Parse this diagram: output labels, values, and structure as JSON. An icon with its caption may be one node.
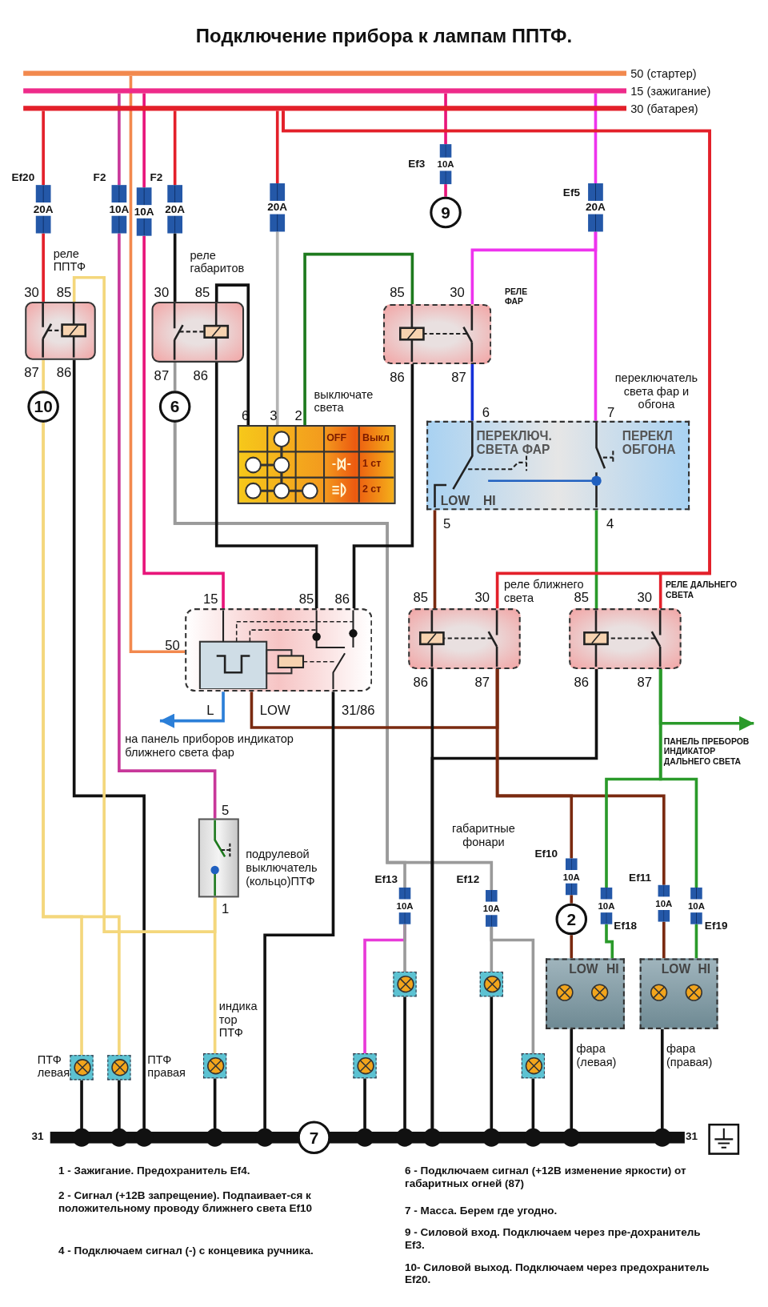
{
  "diagram": {
    "title": "Подключение прибора к лампам ППТФ.",
    "nodes": [
      {
        "text": [
          "50 (стартер)"
        ]
      },
      {
        "text": [
          "15 (зажигание)"
        ]
      },
      {
        "text": [
          "30 (батарея)"
        ]
      },
      {
        "text": [
          "Ef20",
          "20A"
        ]
      },
      {
        "text": [
          "F2",
          "10A"
        ]
      },
      {
        "text": [
          "10A"
        ]
      },
      {
        "text": [
          "F2",
          "20A"
        ]
      },
      {
        "text": [
          "20A"
        ]
      },
      {
        "text": [
          "Ef3",
          "10A"
        ]
      },
      {
        "text": [
          "Ef5",
          "20A"
        ]
      },
      {
        "text": [
          "реле ППТФ"
        ],
        "beside": [
          "30",
          "85",
          "87",
          "86"
        ]
      },
      {
        "text": [
          "реле габаритов"
        ],
        "beside": [
          "30",
          "85",
          "87",
          "86"
        ]
      },
      {
        "text": [
          "выключате света",
          "OFF",
          "Выкл",
          "1 ст",
          "2 ст"
        ],
        "beside": [
          "6",
          "3",
          "2"
        ]
      },
      {
        "text": [
          "РЕЛЕ ФАР"
        ],
        "beside": [
          "85",
          "30",
          "86",
          "87"
        ]
      },
      {
        "text": [
          "9"
        ]
      },
      {
        "text": [
          "переключатель света фар и обгона",
          "6",
          "7",
          "ПЕРЕКЛЮЧ. СВЕТА ФАР",
          "ПЕРЕКЛ ОБГОНА",
          "LOW",
          "HI"
        ],
        "beside": [
          "5",
          "4"
        ]
      },
      {
        "text": [
          "10"
        ]
      },
      {
        "text": [
          "6"
        ]
      },
      {
        "text": [],
        "shape": "box",
        "beside": [
          "15",
          "85",
          "86",
          "50",
          "L",
          "LOW",
          "31/86"
        ]
      },
      {
        "text": [
          "реле ближнего света"
        ],
        "beside": [
          "85",
          "30",
          "86",
          "87"
        ]
      },
      {
        "text": [
          "РЕЛЕ ДАЛЬНЕГО СВЕТА"
        ],
        "beside": [
          "85",
          "30",
          "86",
          "87"
        ]
      },
      {
        "text": [
          "на панель приборов индикатор ближнего света фар"
        ]
      },
      {
        "text": [
          "ПАНЕЛЬ ПРЕБОРОВ ИНДИКАТОР ДАЛЬНЕГО СВЕТА"
        ]
      },
      {
        "text": [
          "подрулевой выключатель (кольцо)ПТФ"
        ],
        "beside": [
          "5",
          "1"
        ]
      },
      {
        "text": [
          "ПТФ левая"
        ]
      },
      {
        "text": [
          "ПТФ правая"
        ]
      },
      {
        "text": [
          "индика тор ПТФ"
        ]
      },
      {
        "text": [
          "Ef13",
          "10A"
        ]
      },
      {
        "text": [
          "Ef12",
          "10A"
        ]
      },
      {
        "text": [],
        "shape": "lamp"
      },
      {
        "text": [],
        "shape": "lamp"
      },
      {
        "text": [],
        "shape": "lamp"
      },
      {
        "text": [],
        "shape": "lamp"
      },
      {
        "text": [
          "Ef10",
          "10A"
        ]
      },
      {
        "text": [
          "2"
        ]
      },
      {
        "text": [
          "10A",
          "Ef18"
        ]
      },
      {
        "text": [
          "Ef11",
          "10A"
        ]
      },
      {
        "text": [
          "10A",
          "Ef19"
        ]
      },
      {
        "text": [
          "LOW",
          "HI",
          "фара (левая)"
        ]
      },
      {
        "text": [
          "LOW",
          "HI",
          "фара (правая)"
        ]
      },
      {
        "text": [
          "31",
          "31"
        ]
      },
      {
        "text": [
          "7"
        ]
      }
    ],
    "edges": [
      {
        "from": 2,
        "to": 3,
        "arrow": "none",
        "color": "#e3202a"
      },
      {
        "from": 1,
        "to": 4,
        "arrow": "none",
        "color": "#c8389a"
      },
      {
        "from": 1,
        "to": 5,
        "arrow": "none",
        "color": "#e8157a"
      },
      {
        "from": 2,
        "to": 6,
        "arrow": "none",
        "color": "#e3202a"
      },
      {
        "from": 2,
        "to": 7,
        "arrow": "none",
        "color": "#e3202a"
      },
      {
        "from": 1,
        "to": 8,
        "arrow": "none",
        "color": "#e8157a"
      },
      {
        "from": 1,
        "to": 9,
        "arrow": "none",
        "color": "#ee33ee"
      },
      {
        "from": 3,
        "to": 10,
        "arrow": "none",
        "color": "#e3202a"
      },
      {
        "from": 6,
        "to": 11,
        "arrow": "none"
      },
      {
        "from": 7,
        "to": 12,
        "arrow": "none",
        "color": "#b4b4b4"
      },
      {
        "from": 11,
        "to": 12,
        "arrow": "none"
      },
      {
        "from": 12,
        "to": 13,
        "arrow": "none",
        "color": "#1e7a1e"
      },
      {
        "from": 9,
        "to": 13,
        "arrow": "none",
        "color": "#ee33ee"
      },
      {
        "from": 9,
        "to": 15,
        "arrow": "none",
        "color": "#ee33ee"
      },
      {
        "from": 13,
        "to": 15,
        "arrow": "none",
        "color": "#1530d8"
      },
      {
        "from": 10,
        "to": 16,
        "arrow": "none",
        "color": "#f4d77c"
      },
      {
        "from": 11,
        "to": 17,
        "arrow": "none",
        "color": "#9a9a9a"
      },
      {
        "from": 17,
        "to": 27,
        "arrow": "none",
        "color": "#9a9a9a"
      },
      {
        "from": 17,
        "to": 28,
        "arrow": "none",
        "color": "#9a9a9a"
      },
      {
        "from": 13,
        "to": 18,
        "arrow": "none"
      },
      {
        "from": 11,
        "to": 18,
        "arrow": "none"
      },
      {
        "from": 5,
        "to": 18,
        "arrow": "none",
        "color": "#e8157a"
      },
      {
        "from": 0,
        "to": 18,
        "arrow": "none",
        "color": "#f2894e"
      },
      {
        "from": 18,
        "to": 21,
        "arrow": "to",
        "color": "#2b7fd8"
      },
      {
        "from": 18,
        "to": 19,
        "arrow": "none",
        "color": "#7a2a10"
      },
      {
        "from": 15,
        "to": 19,
        "arrow": "none",
        "color": "#7a2a10"
      },
      {
        "from": 15,
        "to": 20,
        "arrow": "none",
        "color": "#2a9a2a"
      },
      {
        "from": 2,
        "to": 19,
        "arrow": "none",
        "color": "#e3202a"
      },
      {
        "from": 2,
        "to": 20,
        "arrow": "none",
        "color": "#e3202a"
      },
      {
        "from": 19,
        "to": 40,
        "arrow": "none"
      },
      {
        "from": 20,
        "to": 40,
        "arrow": "none"
      },
      {
        "from": 20,
        "to": 22,
        "arrow": "to",
        "color": "#2a9a2a"
      },
      {
        "from": 19,
        "to": 33,
        "arrow": "none",
        "color": "#7a2a10"
      },
      {
        "from": 19,
        "to": 36,
        "arrow": "none",
        "color": "#7a2a10"
      },
      {
        "from": 20,
        "to": 35,
        "arrow": "none",
        "color": "#2a9a2a"
      },
      {
        "from": 20,
        "to": 37,
        "arrow": "none",
        "color": "#2a9a2a"
      },
      {
        "from": 33,
        "to": 34,
        "arrow": "none",
        "color": "#7a2a10"
      },
      {
        "from": 34,
        "to": 38,
        "arrow": "none",
        "color": "#7a2a10"
      },
      {
        "from": 35,
        "to": 38,
        "arrow": "none",
        "color": "#2a9a2a"
      },
      {
        "from": 36,
        "to": 39,
        "arrow": "none",
        "color": "#7a2a10"
      },
      {
        "from": 37,
        "to": 39,
        "arrow": "none",
        "color": "#2a9a2a"
      },
      {
        "from": 38,
        "to": 40,
        "arrow": "none"
      },
      {
        "from": 39,
        "to": 40,
        "arrow": "none"
      },
      {
        "from": 27,
        "to": 29,
        "arrow": "none",
        "color": "#e83ad8"
      },
      {
        "from": 27,
        "to": 30,
        "arrow": "none",
        "color": "#9a9a9a"
      },
      {
        "from": 28,
        "to": 31,
        "arrow": "none",
        "color": "#9a9a9a"
      },
      {
        "from": 28,
        "to": 32,
        "arrow": "none",
        "color": "#9a9a9a"
      },
      {
        "from": 29,
        "to": 40,
        "arrow": "none"
      },
      {
        "from": 30,
        "to": 40,
        "arrow": "none"
      },
      {
        "from": 31,
        "to": 40,
        "arrow": "none"
      },
      {
        "from": 32,
        "to": 40,
        "arrow": "none"
      },
      {
        "from": 24,
        "to": 40,
        "arrow": "none"
      },
      {
        "from": 25,
        "to": 40,
        "arrow": "none"
      },
      {
        "from": 26,
        "to": 40,
        "arrow": "none"
      },
      {
        "from": 10,
        "to": 40,
        "arrow": "none"
      },
      {
        "from": 18,
        "to": 40,
        "arrow": "none"
      },
      {
        "from": 8,
        "to": 14,
        "arrow": "none",
        "color": "#e8157a"
      },
      {
        "from": 4,
        "to": 23,
        "arrow": "none",
        "color": "#c8389a"
      },
      {
        "from": 23,
        "to": 26,
        "arrow": "none",
        "color": "#f4d77c"
      },
      {
        "from": 23,
        "to": 10,
        "arrow": "none",
        "color": "#f4d77c"
      },
      {
        "from": 16,
        "to": 24,
        "arrow": "none",
        "color": "#f4d77c"
      },
      {
        "from": 16,
        "to": 25,
        "arrow": "none",
        "color": "#f4d77c"
      }
    ],
    "labels": [
      "габаритные фонари",
      "1 - Зажигание. Предохранитель Ef4.",
      "2 - Сигнал (+12В запрещение). Подпаивает-ся к положительному проводу ближнего света Ef10",
      "4 - Подключаем сигнал (-) с концевика ручника.",
      "6 - Подключаем сигнал (+12В изменение яркости) от габаритных огней (87)",
      "7 - Масса. Берем где угодно.",
      "9 - Силовой вход. Подключаем через пре-дохранитель Ef3.",
      "10- Силовой выход. Подключаем через предохранитель Ef20."
    ]
  }
}
